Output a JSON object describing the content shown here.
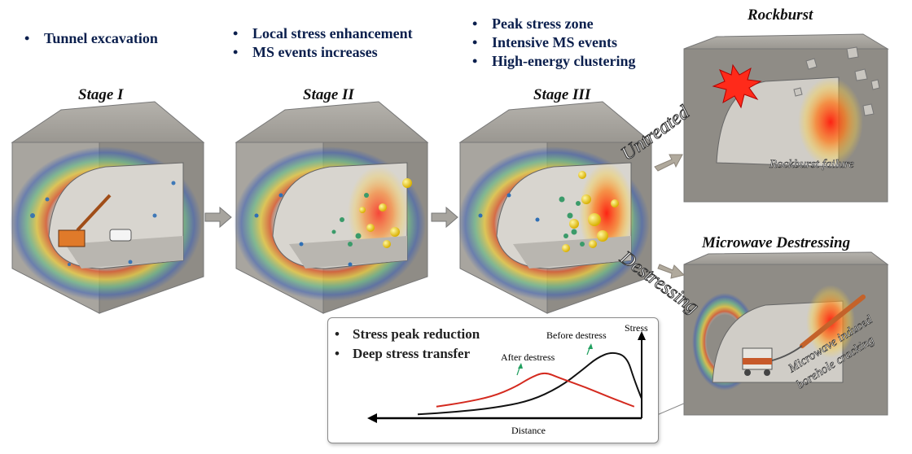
{
  "stage1": {
    "bullets": [
      "Tunnel excavation"
    ],
    "title": "Stage I"
  },
  "stage2": {
    "bullets": [
      "Local stress enhancement",
      "MS events increases"
    ],
    "title": "Stage II"
  },
  "stage3": {
    "bullets": [
      "Peak stress zone",
      "Intensive MS events",
      "High-energy clustering"
    ],
    "title": "Stage III"
  },
  "rockburst": {
    "title": "Rockburst",
    "failure_label": "Rockburst failure"
  },
  "microwave": {
    "title": "Microwave Destressing",
    "label_line1": "Microwave induced",
    "label_line2": "borehole cracking"
  },
  "branches": {
    "untreated": "Untreated",
    "destressing": "Destressing"
  },
  "chart": {
    "bullets": [
      "Stress peak reduction",
      "Deep stress transfer"
    ],
    "y_label": "Stress",
    "x_label": "Distance",
    "before_label": "Before destress",
    "after_label": "After destress"
  },
  "colors": {
    "before_curve": "#111111",
    "after_curve": "#d42a1f",
    "pointer": "#22a060",
    "stress_high": "#e8261a",
    "stress_low": "#3a5fb8"
  },
  "chart_data": {
    "type": "line",
    "title": "",
    "xlabel": "Distance",
    "ylabel": "Stress",
    "series": [
      {
        "name": "Before destress",
        "x": [
          0,
          10,
          20,
          30,
          38,
          44,
          48,
          52,
          56,
          58,
          60
        ],
        "y": [
          0.05,
          0.08,
          0.13,
          0.22,
          0.4,
          0.62,
          0.78,
          0.86,
          0.8,
          0.5,
          0.25
        ]
      },
      {
        "name": "After destress",
        "x": [
          5,
          12,
          20,
          26,
          30,
          34,
          38,
          45,
          52,
          58
        ],
        "y": [
          0.15,
          0.2,
          0.28,
          0.4,
          0.52,
          0.6,
          0.52,
          0.4,
          0.26,
          0.15
        ]
      }
    ]
  }
}
